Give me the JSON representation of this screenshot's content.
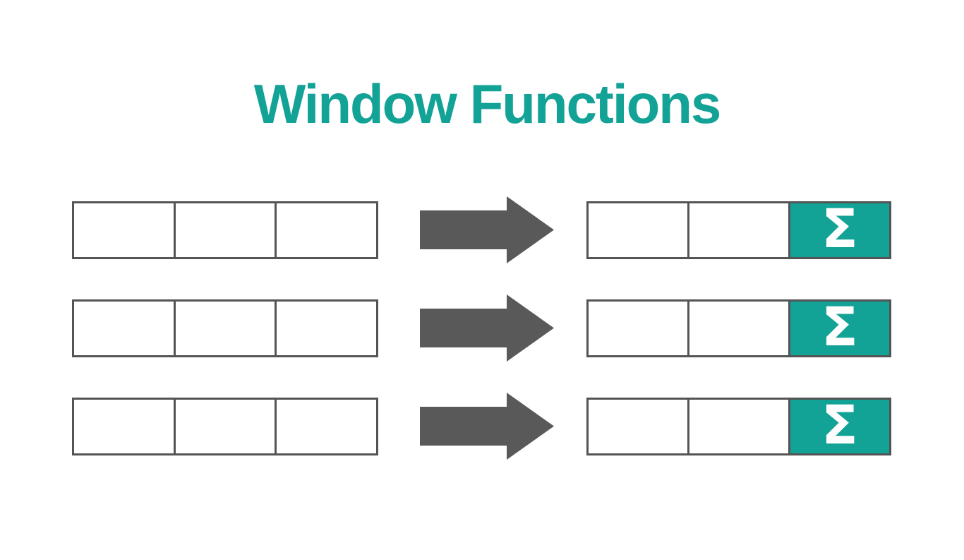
{
  "title": "Window Functions",
  "colors": {
    "accent_teal": "#12A296",
    "arrow_gray": "#595959",
    "border_gray": "#545454",
    "sigma_text": "#FFFFFF",
    "background": "#FFFFFF"
  },
  "diagram": {
    "sigma_symbol": "Σ",
    "rows": [
      {
        "input_cells": [
          "",
          "",
          ""
        ],
        "arrow_icon": "right-arrow",
        "output_cells": [
          "",
          "",
          "Σ"
        ]
      },
      {
        "input_cells": [
          "",
          "",
          ""
        ],
        "arrow_icon": "right-arrow",
        "output_cells": [
          "",
          "",
          "Σ"
        ]
      },
      {
        "input_cells": [
          "",
          "",
          ""
        ],
        "arrow_icon": "right-arrow",
        "output_cells": [
          "",
          "",
          "Σ"
        ]
      }
    ]
  }
}
